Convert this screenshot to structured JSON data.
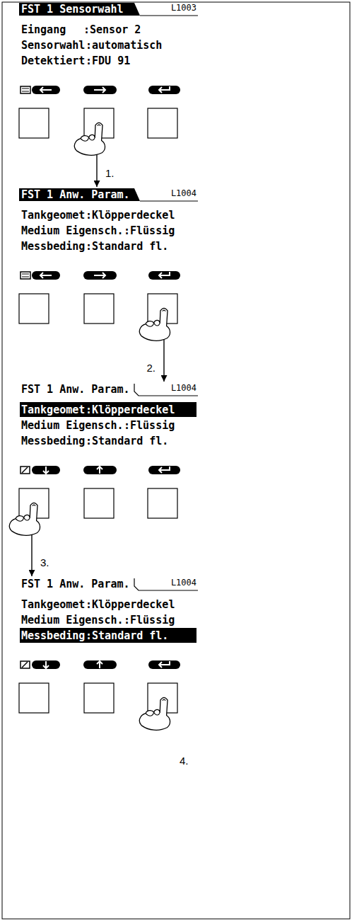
{
  "diagram": {
    "nodes": [
      {
        "text": [
          "FST 1 Sensorwahl",
          "L1003",
          "Eingang",
          ":Sensor 2",
          "Sensorwahl",
          ":automatisch",
          "Detektiert",
          ":FDU 91"
        ]
      },
      {
        "text": [
          "FST 1 Anw. Param.",
          "L1004",
          "Tankgeomet",
          ":Klöpperdeckel",
          "Medium Eigensch.",
          ":Flüssig",
          "Messbeding",
          ":Standard fl."
        ]
      },
      {
        "text": [
          "FST 1 Anw. Param.",
          "L1004",
          "Tankgeomet",
          ":Klöpperdeckel",
          "Medium Eigensch.",
          ":Flüssig",
          "Messbeding",
          ":Standard fl."
        ]
      },
      {
        "text": [
          "FST 1 Anw. Param.",
          "L1004",
          "Tankgeomet",
          ":Klöpperdeckel",
          "Medium Eigensch.",
          ":Flüssig",
          "Messbeding",
          ":Standard fl."
        ]
      }
    ],
    "edges": [
      {
        "from": 0,
        "to": 1,
        "label": "1.",
        "arrow": "to"
      },
      {
        "from": 1,
        "to": 2,
        "label": "2.",
        "arrow": "to"
      },
      {
        "from": 2,
        "to": 3,
        "label": "3.",
        "arrow": "to"
      }
    ],
    "labels": [
      "4."
    ]
  }
}
